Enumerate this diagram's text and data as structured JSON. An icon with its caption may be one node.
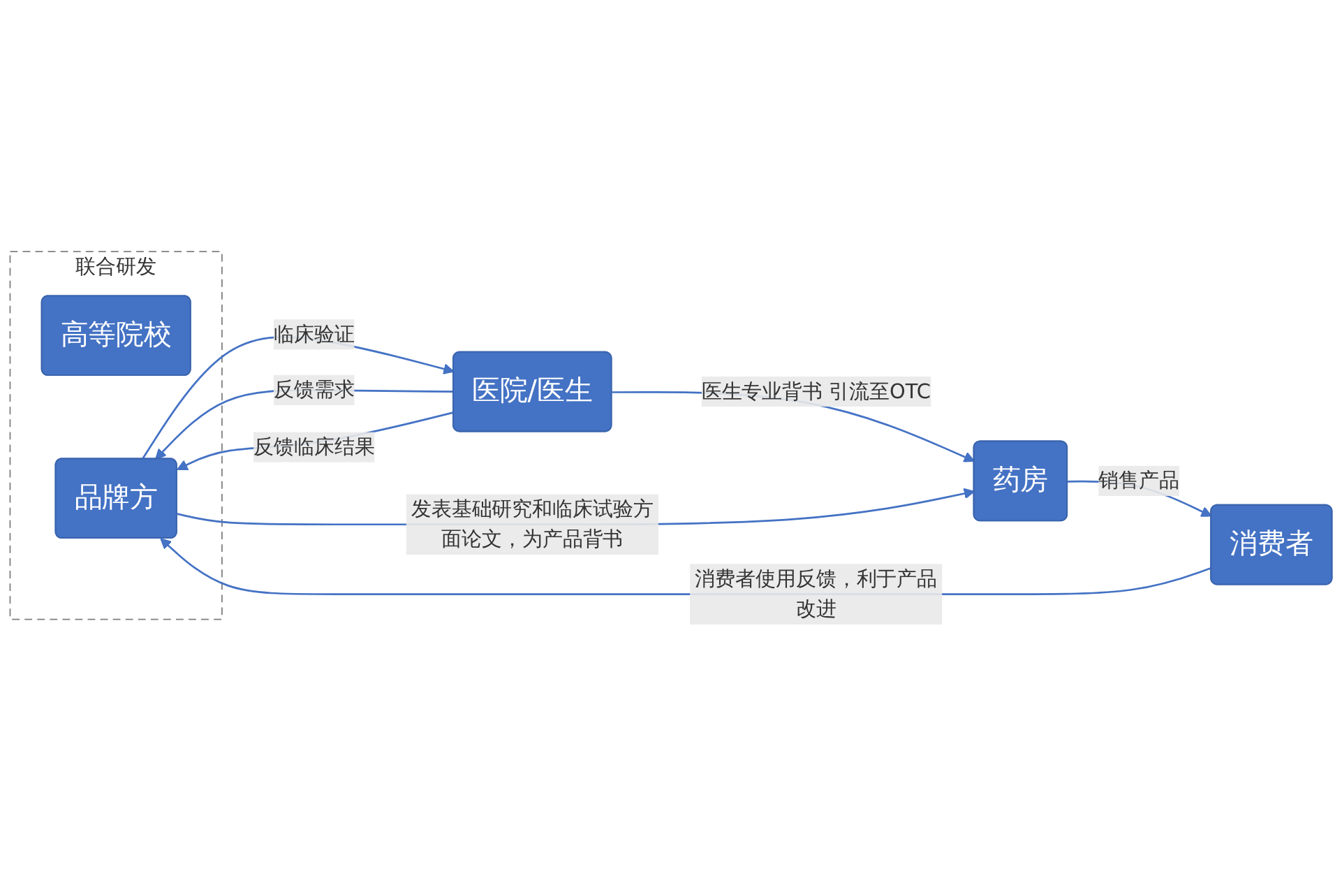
{
  "diagram": {
    "nodes": [
      {
        "text": [
          "联合研发"
        ]
      },
      {
        "text": [
          "品牌方"
        ],
        "in": 0
      },
      {
        "text": [
          "高等院校"
        ],
        "in": 0
      },
      {
        "text": [
          "医院/医生"
        ]
      },
      {
        "text": [
          "药房"
        ]
      },
      {
        "text": [
          "消费者"
        ]
      }
    ],
    "edges": [
      {
        "from": 3,
        "to": 1,
        "arrow": "to",
        "label": "反馈需求"
      },
      {
        "from": 1,
        "to": 3,
        "arrow": "to",
        "label": "临床验证"
      },
      {
        "from": 3,
        "to": 1,
        "arrow": "to",
        "label": "反馈临床结果"
      },
      {
        "from": 3,
        "to": 4,
        "arrow": "to",
        "label": "医生专业背书 引流至OTC"
      },
      {
        "from": 4,
        "to": 5,
        "arrow": "to",
        "label": "销售产品"
      },
      {
        "from": 5,
        "to": 1,
        "arrow": "to",
        "label": "消费者使用反馈，利于产品改进"
      },
      {
        "from": 1,
        "to": 4,
        "arrow": "to",
        "label": "发表基础研究和临床试验方面论文，为产品背书"
      }
    ]
  }
}
